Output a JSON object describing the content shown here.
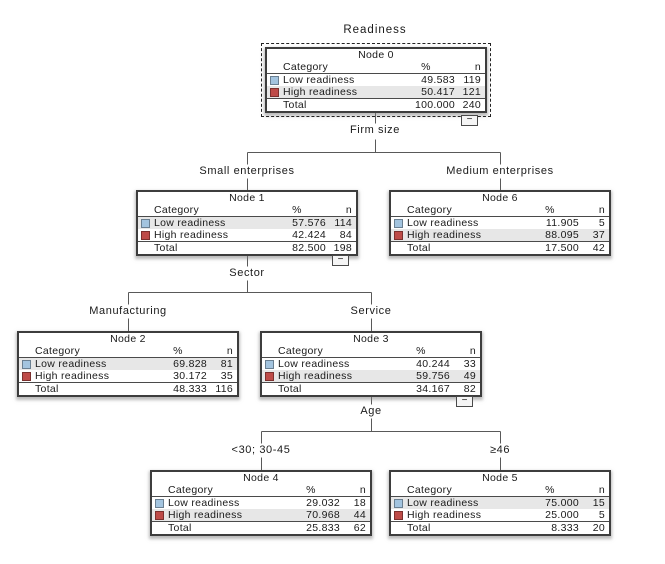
{
  "tree": {
    "target_label": "Readiness",
    "headers": {
      "category": "Category",
      "percent": "%",
      "n": "n",
      "total_label": "Total"
    },
    "categories": [
      {
        "name": "Low readiness"
      },
      {
        "name": "High readiness"
      }
    ],
    "splits": {
      "firm_size": {
        "variable": "Firm size",
        "left_branch": "Small enterprises",
        "right_branch": "Medium enterprises"
      },
      "sector": {
        "variable": "Sector",
        "left_branch": "Manufacturing",
        "right_branch": "Service"
      },
      "age": {
        "variable": "Age",
        "left_branch": "<30; 30-45",
        "right_branch": "≥46"
      }
    },
    "nodes": {
      "n0": {
        "title": "Node 0",
        "low_pct": "49.583",
        "low_n": "119",
        "high_pct": "50.417",
        "high_n": "121",
        "total_pct": "100.000",
        "total_n": "240"
      },
      "n1": {
        "title": "Node 1",
        "low_pct": "57.576",
        "low_n": "114",
        "high_pct": "42.424",
        "high_n": "84",
        "total_pct": "82.500",
        "total_n": "198"
      },
      "n6": {
        "title": "Node 6",
        "low_pct": "11.905",
        "low_n": "5",
        "high_pct": "88.095",
        "high_n": "37",
        "total_pct": "17.500",
        "total_n": "42"
      },
      "n2": {
        "title": "Node 2",
        "low_pct": "69.828",
        "low_n": "81",
        "high_pct": "30.172",
        "high_n": "35",
        "total_pct": "48.333",
        "total_n": "116"
      },
      "n3": {
        "title": "Node 3",
        "low_pct": "40.244",
        "low_n": "33",
        "high_pct": "59.756",
        "high_n": "49",
        "total_pct": "34.167",
        "total_n": "82"
      },
      "n4": {
        "title": "Node 4",
        "low_pct": "29.032",
        "low_n": "18",
        "high_pct": "70.968",
        "high_n": "44",
        "total_pct": "25.833",
        "total_n": "62"
      },
      "n5": {
        "title": "Node 5",
        "low_pct": "75.000",
        "low_n": "15",
        "high_pct": "25.000",
        "high_n": "5",
        "total_pct": "8.333",
        "total_n": "20"
      }
    },
    "collapse_glyph": "−"
  },
  "colors": {
    "low_readiness": "#A3C4DF",
    "high_readiness": "#BE4B48",
    "highlight_row": "#E7E7E7",
    "connector": "#595959",
    "node_border": "#3D3D3D"
  }
}
